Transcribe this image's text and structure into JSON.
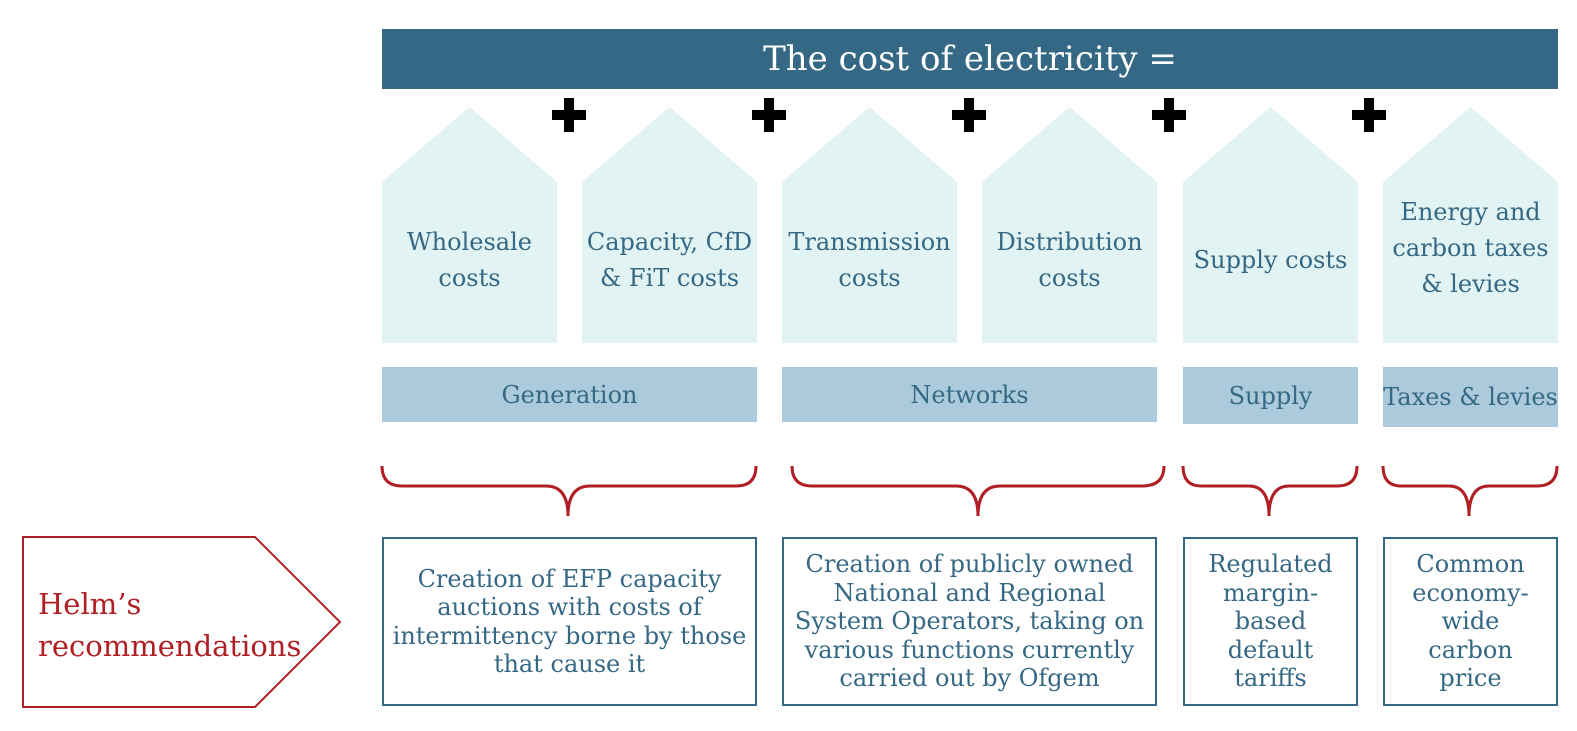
{
  "title": "The cost of electricity =",
  "plus_symbol": "+",
  "cost_components": [
    {
      "label": "Wholesale costs"
    },
    {
      "label": "Capacity, CfD & FiT costs"
    },
    {
      "label": "Transmission costs"
    },
    {
      "label": "Distribution costs"
    },
    {
      "label": "Supply costs"
    },
    {
      "label": "Energy and carbon taxes & levies"
    }
  ],
  "categories": [
    {
      "label": "Generation"
    },
    {
      "label": "Networks"
    },
    {
      "label": "Supply"
    },
    {
      "label": "Taxes & levies"
    }
  ],
  "recommendations_label": "Helm’s recommendations",
  "recommendations": [
    {
      "text": "Creation of EFP capacity auctions with costs of intermittency borne by those that cause it"
    },
    {
      "text": "Creation of publicly owned National and Regional System Operators, taking on various functions currently carried out by Ofgem"
    },
    {
      "text": "Regulated margin-based default tariffs"
    },
    {
      "text": "Common economy-wide carbon price"
    }
  ],
  "colors": {
    "title_bg": "#356884",
    "house_fill": "#e2f3f3",
    "category_fill": "#abcadb",
    "text": "#356884",
    "accent_red": "#b01f24"
  }
}
